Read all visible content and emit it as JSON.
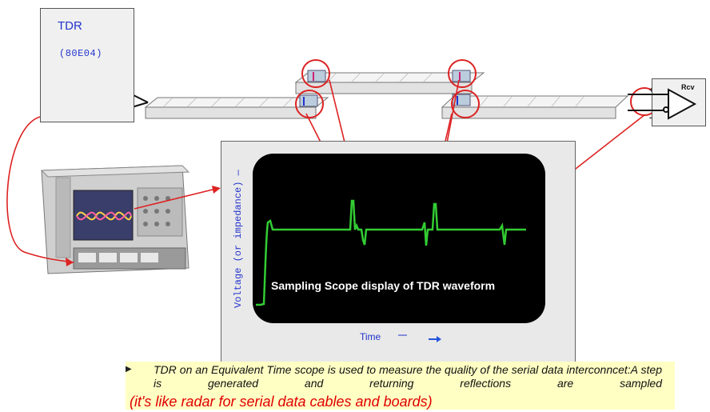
{
  "tdr": {
    "title": "TDR",
    "model": "(80E04)"
  },
  "receiver": {
    "title": "Rcv"
  },
  "scope": {
    "caption": "Sampling Scope display of TDR waveform",
    "y_axis_label": "Voltage (or impedance) —",
    "x_axis_label": "Time"
  },
  "description": {
    "text": "TDR on an Equivalent Time scope is used to measure the quality of the serial data interconncet:A step is generated and returning reflections are sampled",
    "highlight": "(it's like radar for serial data cables and boards)"
  },
  "colors": {
    "waveform": "#33cc33",
    "annotation_red": "#dd2222",
    "label_blue": "#2233cc",
    "note_background": "#ffffc4"
  },
  "icons": {
    "driver": "buffer-amplifier-icon",
    "receiver": "buffer-amplifier-icon",
    "instrument": "oscilloscope-icon",
    "bullet": "triangle-bullet-icon"
  }
}
